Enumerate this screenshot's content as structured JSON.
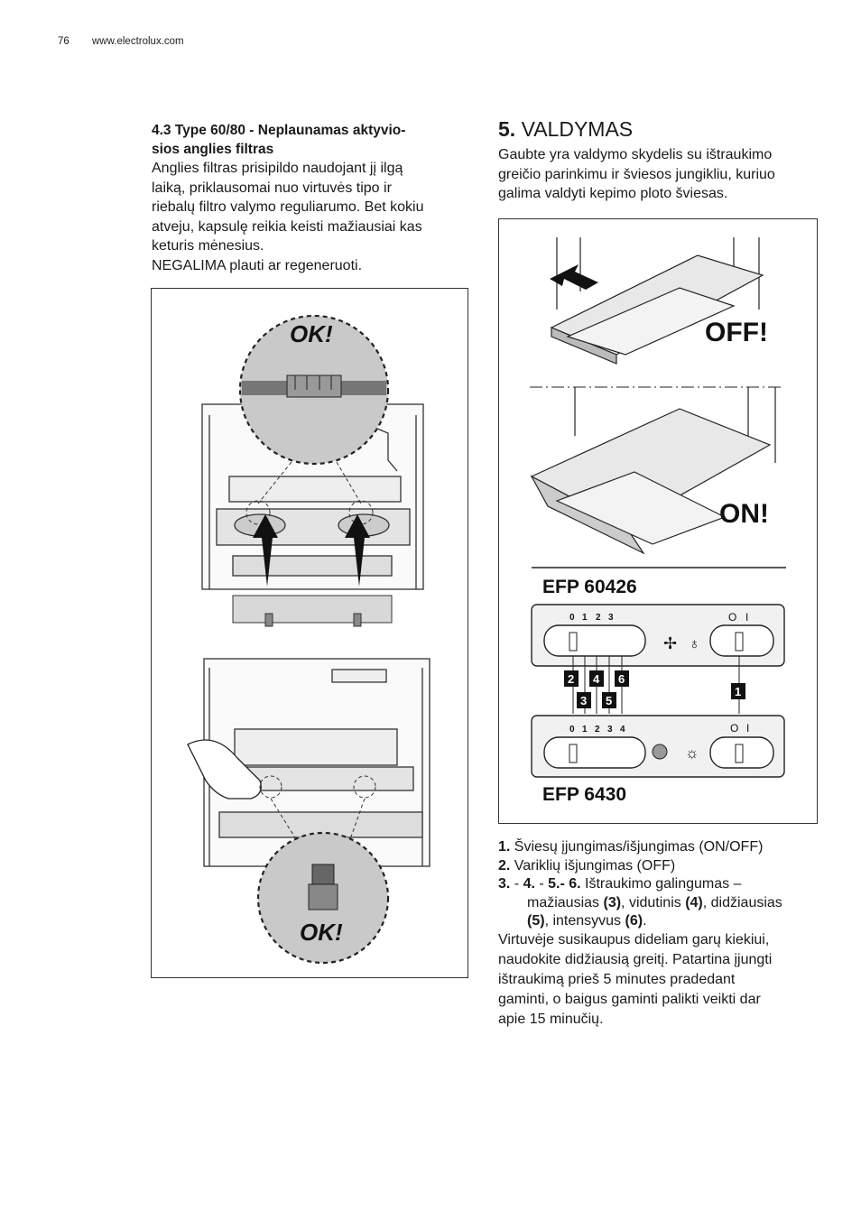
{
  "header": {
    "page_number": "76",
    "site": "www.electrolux.com"
  },
  "left": {
    "subheading_line1": "4.3 Type 60/80 - Neplaunamas aktyvio-",
    "subheading_line2": "sios anglies filtras",
    "paragraph_lines": [
      "Anglies filtras prisipildo naudojant jį ilgą",
      "laiką, priklausomai nuo virtuvės tipo ir",
      "riebalų filtro valymo reguliarumo. Bet kokiu",
      "atveju, kapsulę reikia keisti mažiausiai kas",
      "keturis mėnesius.",
      "NEGALIMA plauti ar regeneruoti."
    ],
    "figure": {
      "ok_top": "OK!",
      "ok_bottom": "OK!"
    }
  },
  "right": {
    "section_number": "5.",
    "section_title": "VALDYMAS",
    "intro_lines": [
      "Gaubte yra valdymo skydelis su ištraukimo",
      "greičio parinkimu ir šviesos jungikliu, kuriuo",
      "galima valdyti kepimo ploto šviesas."
    ],
    "figure": {
      "off_label": "OFF!",
      "on_label": "ON!",
      "model_a": "EFP 60426",
      "model_b": "EFP 6430",
      "scale_a": [
        "0",
        "1",
        "2",
        "3"
      ],
      "scale_b": [
        "0",
        "1",
        "2",
        "3",
        "4"
      ],
      "switch_marks": [
        "O",
        "I"
      ],
      "callouts": [
        "1",
        "2",
        "3",
        "4",
        "5",
        "6"
      ]
    }
  },
  "legend": {
    "item1_num": "1.",
    "item1_text": " Šviesų įjungimas/išjungimas (ON/OFF)",
    "item2_num": "2.",
    "item2_text": " Variklių išjungimas (OFF)",
    "item3_num": "3.",
    "item3_sep1": " - ",
    "item3_num4": "4.",
    "item3_sep2": " - ",
    "item3_num56": "5.- 6.",
    "item3_text": " Ištraukimo galingumas –",
    "item3_line2_a": "mažiausias ",
    "item3_b3": "(3)",
    "item3_line2_b": ", vidutinis ",
    "item3_b4": "(4)",
    "item3_line2_c": ", didžiausias",
    "item3_b5": "(5)",
    "item3_line3_a": ", intensyvus ",
    "item3_b6": "(6)",
    "item3_line3_b": "."
  },
  "closing_lines": [
    "Virtuvėje susikaupus dideliam garų kiekiui,",
    "naudokite didžiausią greitį. Patartina įjungti",
    "ištraukimą prieš 5 minutes pradedant",
    "gaminti, o baigus gaminti palikti veikti dar",
    "apie 15 minučių."
  ]
}
